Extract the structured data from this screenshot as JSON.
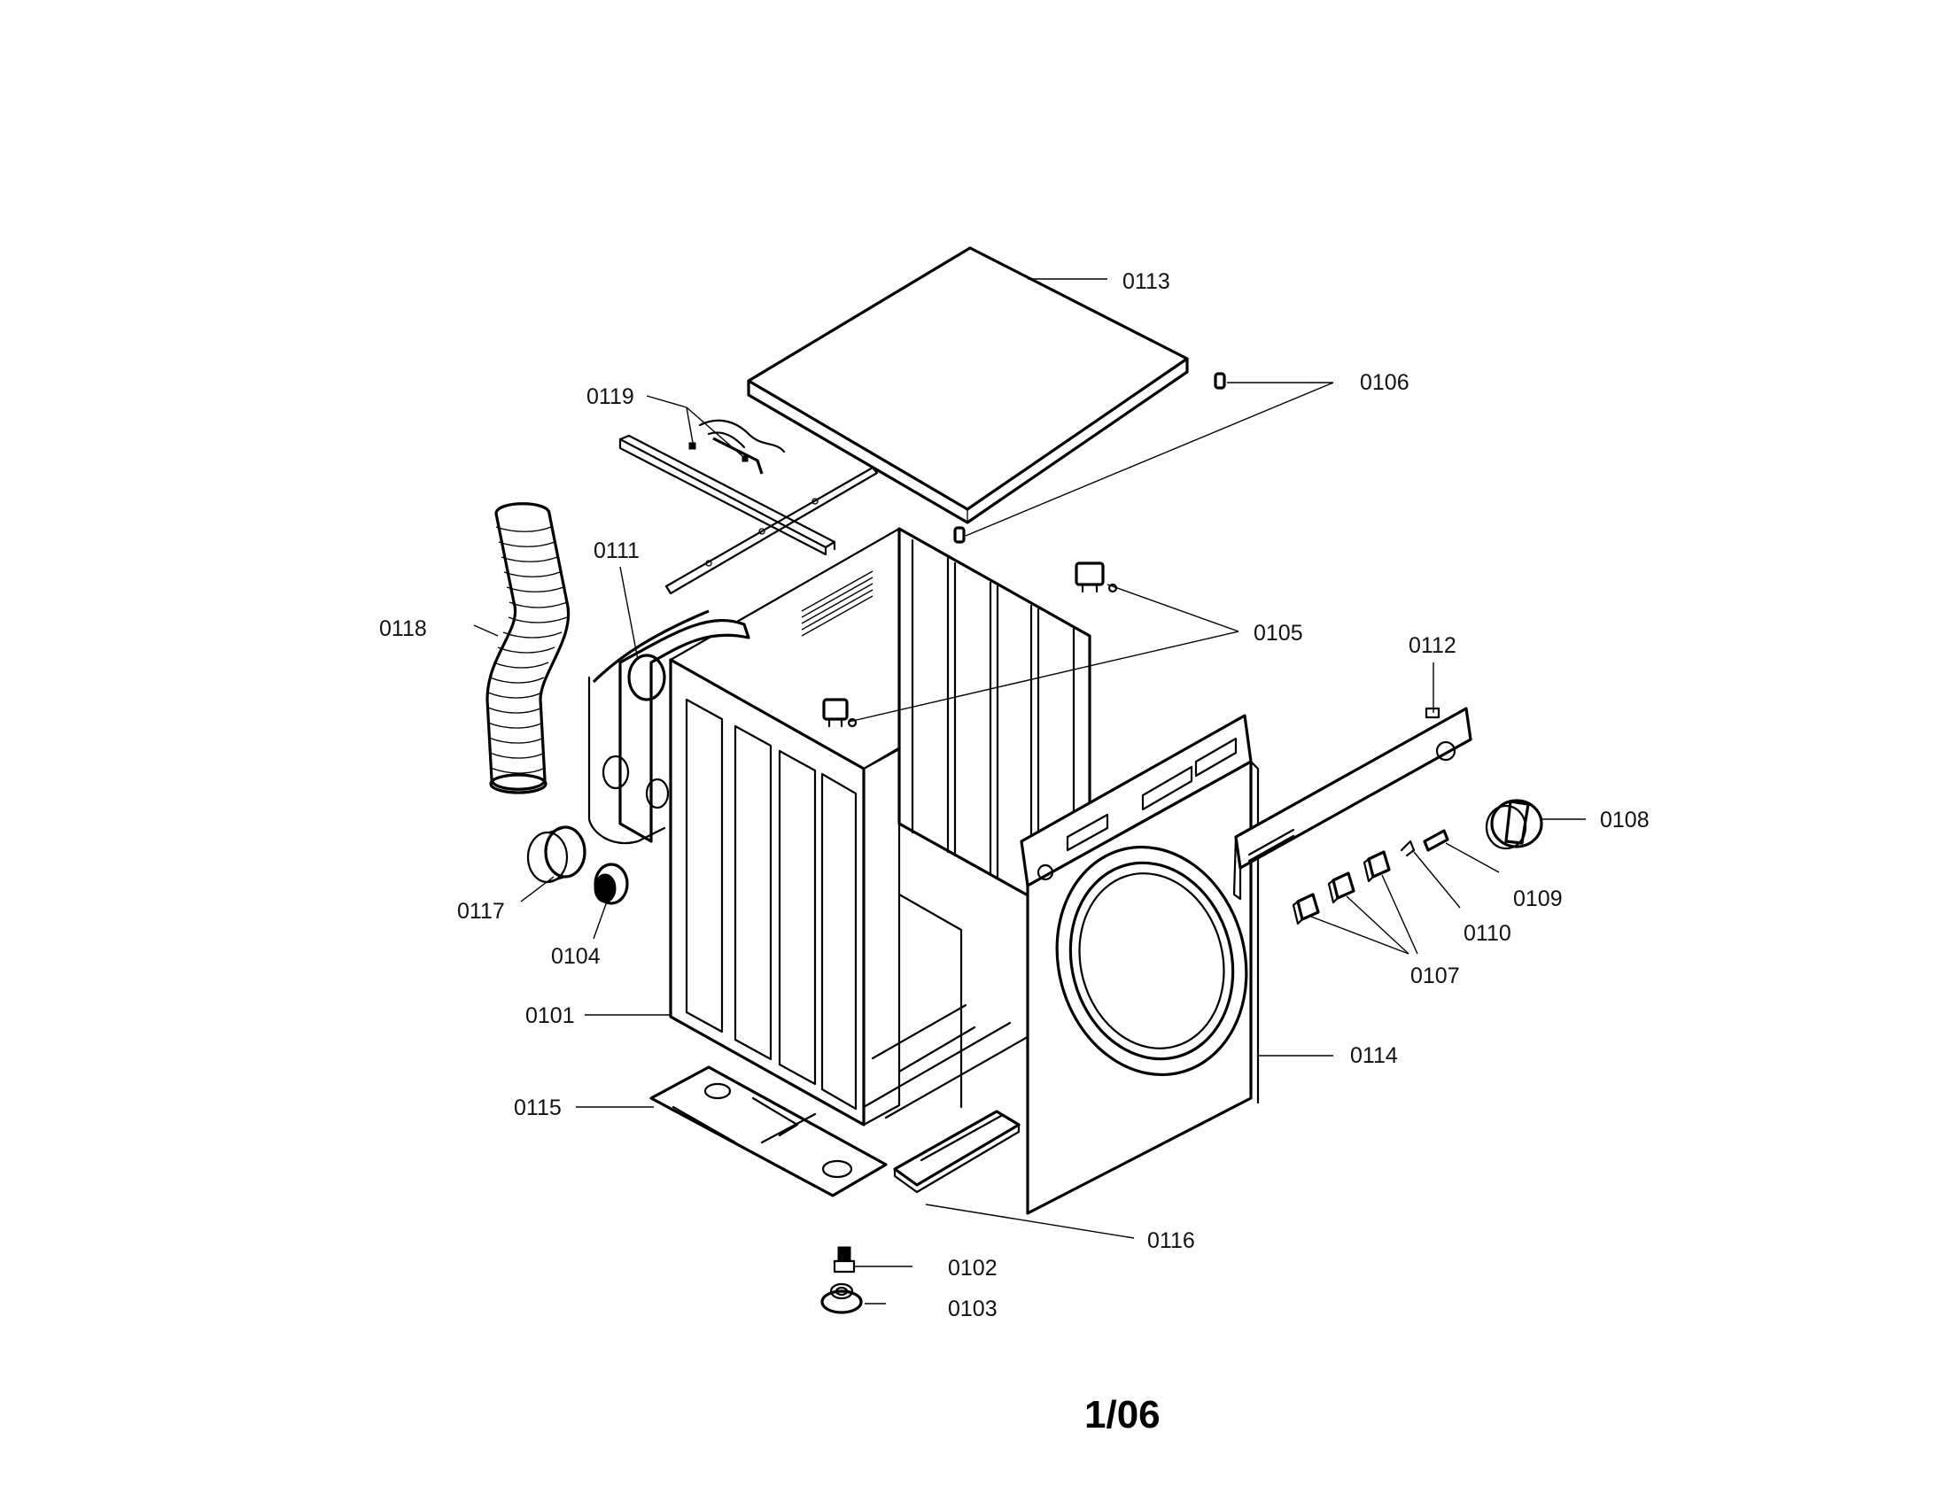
{
  "labels": {
    "p0101": "0101",
    "p0102": "0102",
    "p0103": "0103",
    "p0104": "0104",
    "p0105": "0105",
    "p0106": "0106",
    "p0107": "0107",
    "p0108": "0108",
    "p0109": "0109",
    "p0110": "0110",
    "p0111": "0111",
    "p0112": "0112",
    "p0113": "0113",
    "p0114": "0114",
    "p0115": "0115",
    "p0116": "0116",
    "p0117": "0117",
    "p0118": "0118",
    "p0119": "0119"
  },
  "page_number": "1/06"
}
